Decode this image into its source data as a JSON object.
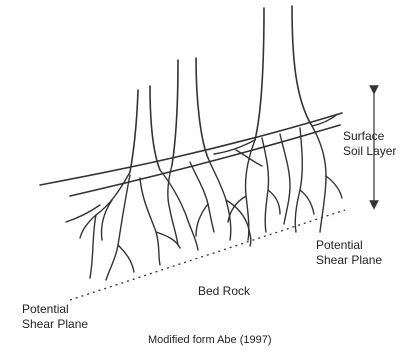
{
  "labels": {
    "surface_line1": "Surface",
    "surface_line2": "Soil Layer",
    "shear_right_line1": "Potential",
    "shear_right_line2": "Shear Plane",
    "shear_left_line1": "Potential",
    "shear_left_line2": "Shear Plane",
    "bed_rock": "Bed Rock",
    "caption": "Modified form Abe (1997)"
  }
}
